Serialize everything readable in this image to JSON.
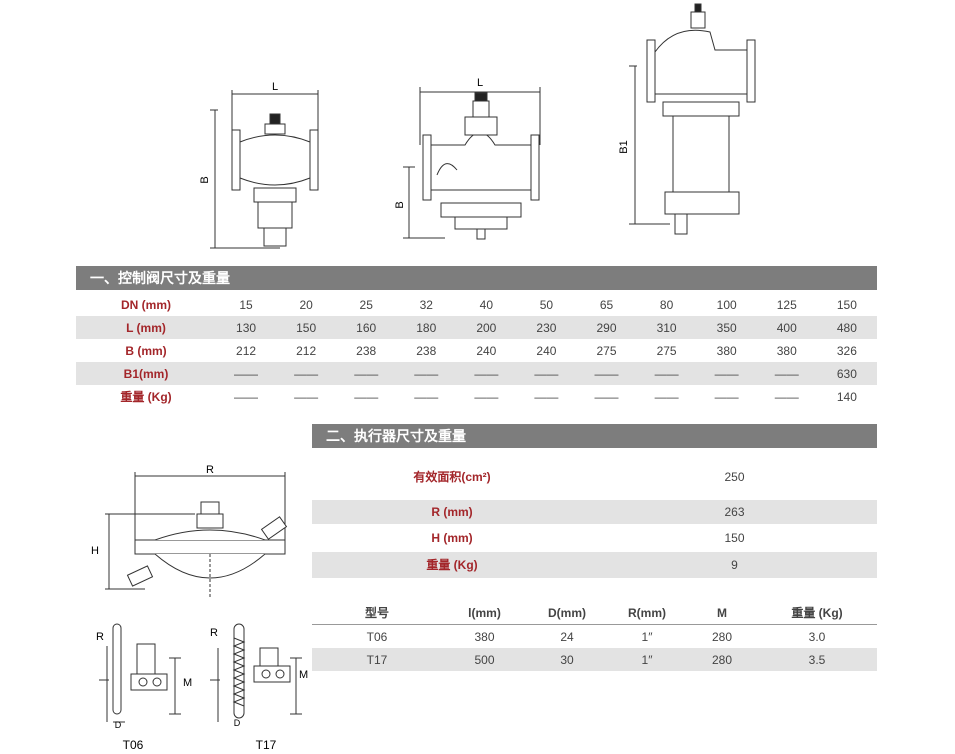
{
  "drawings": {
    "small_valve": {
      "dim_width": "L",
      "dim_height": "B"
    },
    "mid_valve": {
      "dim_width": "L",
      "dim_height": "B"
    },
    "large_valve": {
      "dim_height": "B1"
    },
    "actuator": {
      "dim_width": "R",
      "dim_height": "H"
    },
    "t06": {
      "label_r": "R",
      "label_m": "M",
      "label_d": "D",
      "caption": "T06"
    },
    "t17": {
      "label_r": "R",
      "label_m": "M",
      "label_d": "D",
      "caption": "T17"
    }
  },
  "section1": {
    "title": "一、控制阀尺寸及重量",
    "rows": [
      {
        "label": "DN (mm)",
        "values": [
          "15",
          "20",
          "25",
          "32",
          "40",
          "50",
          "65",
          "80",
          "100",
          "125",
          "150"
        ]
      },
      {
        "label": "L  (mm)",
        "values": [
          "130",
          "150",
          "160",
          "180",
          "200",
          "230",
          "290",
          "310",
          "350",
          "400",
          "480"
        ]
      },
      {
        "label": "B  (mm)",
        "values": [
          "212",
          "212",
          "238",
          "238",
          "240",
          "240",
          "275",
          "275",
          "380",
          "380",
          "326"
        ]
      },
      {
        "label": "B1(mm)",
        "values": [
          "——",
          "——",
          "——",
          "——",
          "——",
          "——",
          "——",
          "——",
          "——",
          "——",
          "630"
        ]
      },
      {
        "label": "重量 (Kg)",
        "values": [
          "——",
          "——",
          "——",
          "——",
          "——",
          "——",
          "——",
          "——",
          "——",
          "——",
          "140"
        ]
      }
    ]
  },
  "section2": {
    "title": "二、执行器尺寸及重量",
    "rows": [
      {
        "label": "有效面积(cm²)",
        "value": "250"
      },
      {
        "label": "R  (mm)",
        "value": "263"
      },
      {
        "label": "H  (mm)",
        "value": "150"
      },
      {
        "label": "重量  (Kg)",
        "value": "9"
      }
    ]
  },
  "section3": {
    "headers": [
      "型号",
      "l(mm)",
      "D(mm)",
      "R(mm)",
      "M",
      "重量  (Kg)"
    ],
    "rows": [
      [
        "T06",
        "380",
        "24",
        "1″",
        "280",
        "3.0"
      ],
      [
        "T17",
        "500",
        "30",
        "1″",
        "280",
        "3.5"
      ]
    ]
  }
}
